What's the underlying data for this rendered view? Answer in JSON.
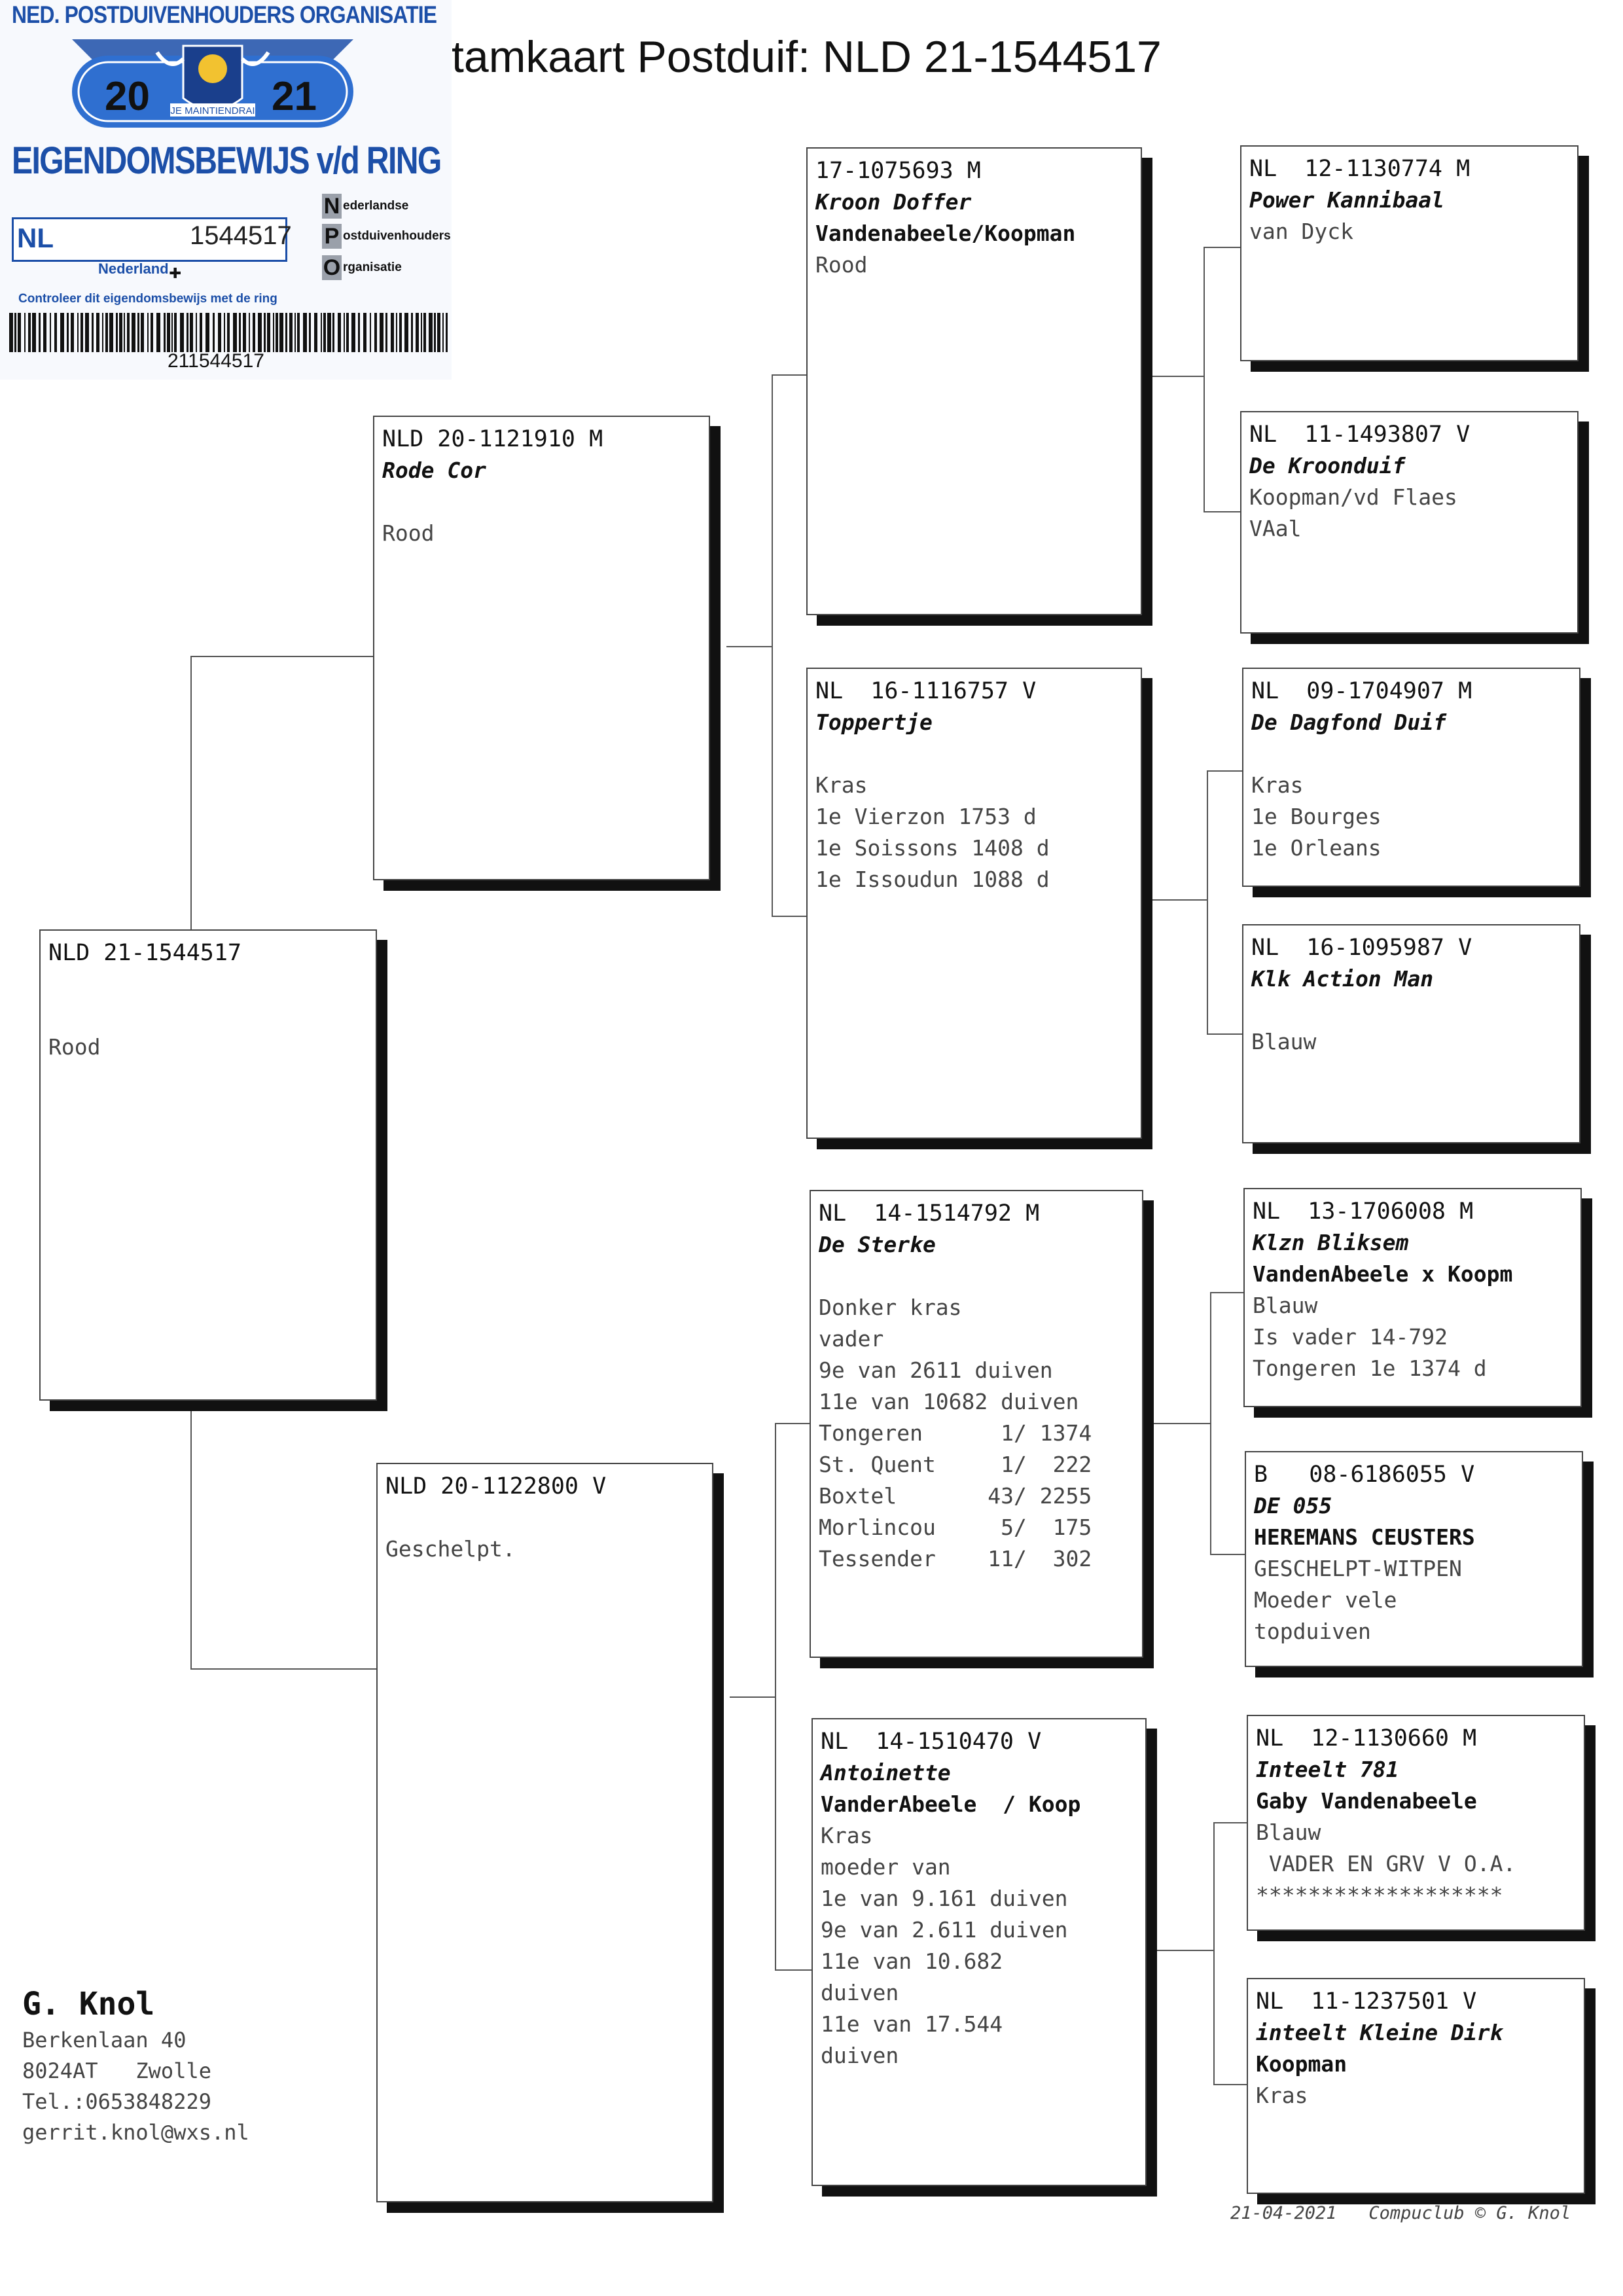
{
  "certificate": {
    "organization": "NED. POSTDUIVENHOUDERS ORGANISATIE",
    "year_left": "20",
    "year_right": "21",
    "motto": "JE MAINTIENDRAI",
    "title": "EIGENDOMSBEWIJS v/d RING",
    "country_code": "NL",
    "ring_number": "1544517",
    "country": "Nederland",
    "org_letters": [
      {
        "letter": "N",
        "rest": "ederlandse"
      },
      {
        "letter": "P",
        "rest": "ostduivenhouders"
      },
      {
        "letter": "O",
        "rest": "rganisatie"
      }
    ],
    "control_text": "Controleer dit eigendomsbewijs met de ring",
    "barcode_number": "211544517",
    "colors": {
      "blue": "#1c4fa8"
    }
  },
  "title": "tamkaart Postduif: NLD 21-1544517",
  "pedigree": {
    "subject": {
      "ring": "NLD 21-1544517",
      "lines": [
        "",
        "",
        "Rood"
      ]
    },
    "sire": {
      "ring": "NLD 20-1121910 M",
      "name": "Rode Cor",
      "lines": [
        "",
        "Rood"
      ]
    },
    "dam": {
      "ring": "NLD 20-1122800 V",
      "lines": [
        "",
        "Geschelpt."
      ]
    },
    "ss": {
      "ring": "17-1075693 M",
      "name": "Kroon Doffer",
      "lines": [
        "Vandenabeele/Koopman",
        "Rood"
      ]
    },
    "sd": {
      "ring": "NL  16-1116757 V",
      "name": "Toppertje",
      "lines": [
        "",
        "Kras",
        "1e Vierzon 1753 d",
        "1e Soissons 1408 d",
        "1e Issoudun 1088 d"
      ]
    },
    "ds": {
      "ring": "NL  14-1514792 M",
      "name": "De Sterke",
      "lines": [
        "",
        "Donker kras",
        "vader",
        "9e van 2611 duiven",
        "11e van 10682 duiven",
        "Tongeren      1/ 1374",
        "St. Quent     1/  222",
        "Boxtel       43/ 2255",
        "Morlincou     5/  175",
        "Tessender    11/  302"
      ]
    },
    "dd": {
      "ring": "NL  14-1510470 V",
      "name": "Antoinette",
      "lines": [
        "VanderAbeele  / Koop",
        "Kras",
        "moeder van",
        "1e van 9.161 duiven",
        "9e van 2.611 duiven",
        "11e van 10.682",
        "duiven",
        "11e van 17.544",
        "duiven"
      ]
    },
    "sss": {
      "ring": "NL  12-1130774 M",
      "name": "Power Kannibaal",
      "lines": [
        "van Dyck"
      ]
    },
    "ssd": {
      "ring": "NL  11-1493807 V",
      "name": "De Kroonduif",
      "lines": [
        "Koopman/vd Flaes",
        "VAal"
      ]
    },
    "sds": {
      "ring": "NL  09-1704907 M",
      "name": "De Dagfond Duif",
      "lines": [
        "",
        "Kras",
        "1e Bourges",
        "1e Orleans"
      ]
    },
    "sdd": {
      "ring": "NL  16-1095987 V",
      "name": "Klk Action Man",
      "lines": [
        "",
        "Blauw"
      ]
    },
    "dss": {
      "ring": "NL  13-1706008 M",
      "name": "Klzn Bliksem",
      "lines": [
        "VandenAbeele x Koopm",
        "Blauw",
        "Is vader 14-792",
        "Tongeren 1e 1374 d"
      ]
    },
    "dsd": {
      "ring": "B   08-6186055 V",
      "name": "DE 055",
      "lines": [
        "HEREMANS CEUSTERS",
        "GESCHELPT-WITPEN",
        "Moeder vele",
        "topduiven"
      ]
    },
    "dds": {
      "ring": "NL  12-1130660 M",
      "name": "Inteelt 781",
      "lines": [
        "Gaby Vandenabeele",
        "Blauw",
        " VADER EN GRV V O.A.",
        "*******************"
      ]
    },
    "ddd": {
      "ring": "NL  11-1237501 V",
      "name": "inteelt Kleine Dirk",
      "lines": [
        "Koopman",
        "Kras"
      ]
    }
  },
  "owner": {
    "name": "G. Knol",
    "street": "Berkenlaan 40",
    "city": "8024AT   Zwolle",
    "phone": "Tel.:0653848229",
    "email": "gerrit.knol@wxs.nl"
  },
  "footer": {
    "date": "21-04-2021",
    "credit": "Compuclub © G. Knol"
  }
}
